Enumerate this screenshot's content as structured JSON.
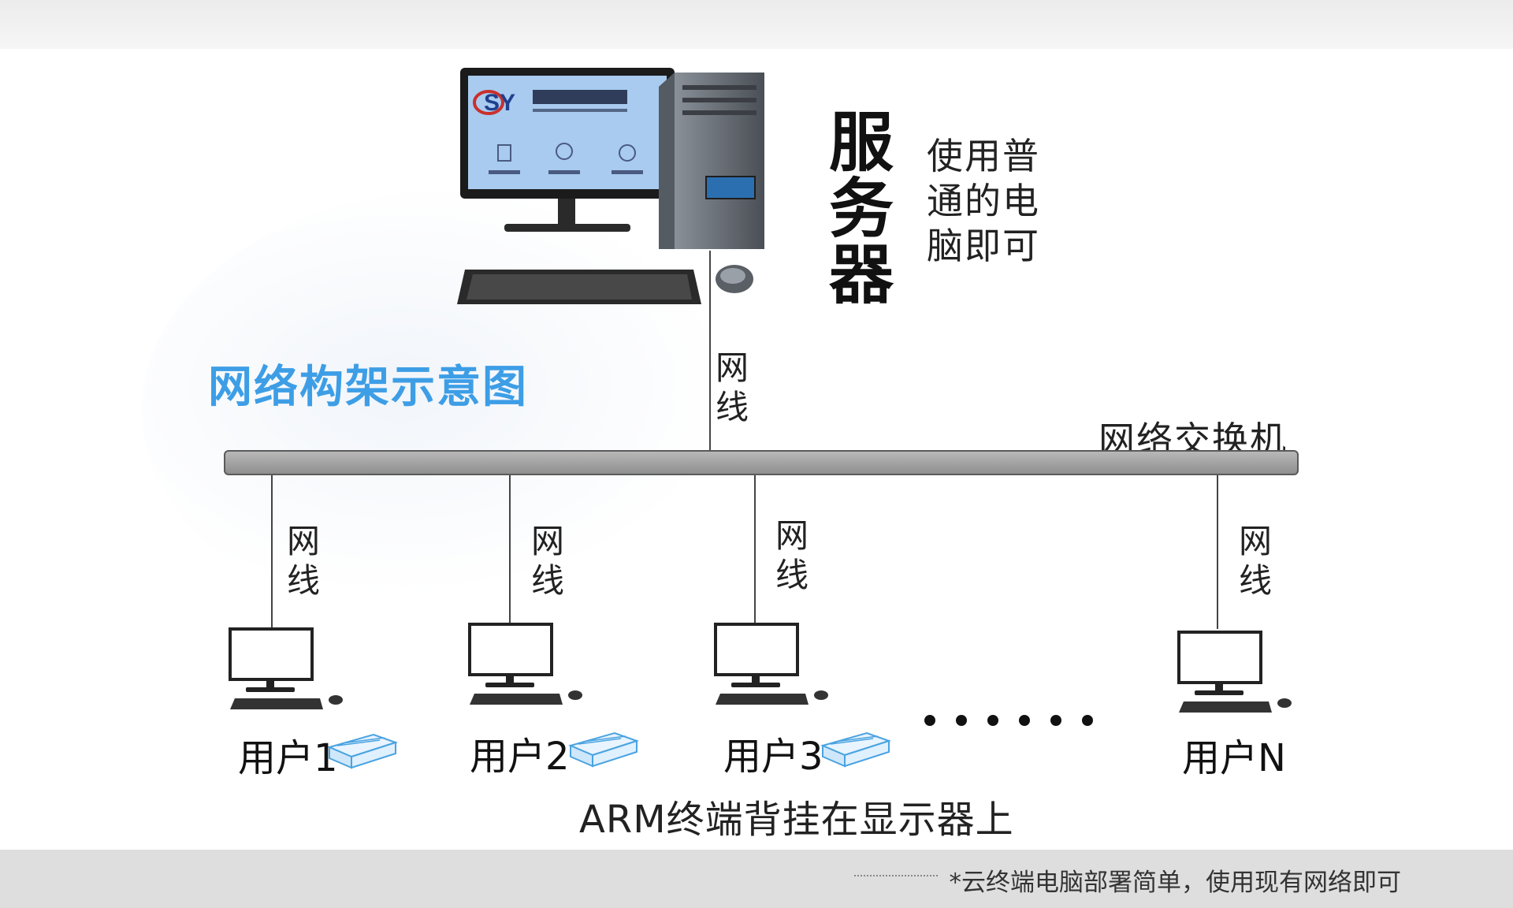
{
  "diagram": {
    "title": "网络构架示意图",
    "server": {
      "title_chars": [
        "服",
        "务",
        "器"
      ],
      "note": "使用普通的电脑即可",
      "screen_brand": "SY",
      "screen_icon_labels": [
        "",
        "",
        ""
      ]
    },
    "switch_label": "网络交换机",
    "cable_label": [
      "网",
      "线"
    ],
    "users": [
      {
        "label": "用户1",
        "has_arm": true
      },
      {
        "label": "用户2",
        "has_arm": true
      },
      {
        "label": "用户3",
        "has_arm": true
      },
      {
        "label": "用户N",
        "has_arm": false
      }
    ],
    "ellipsis": "••••••",
    "arm_caption": "ARM终端背挂在显示器上",
    "footnote": "*云终端电脑部署简单，使用现有网络即可"
  },
  "colors": {
    "title_blue": "#3d9ee6",
    "screen_blue": "#a8cbef",
    "switch_gray": "#a6a6a6"
  }
}
